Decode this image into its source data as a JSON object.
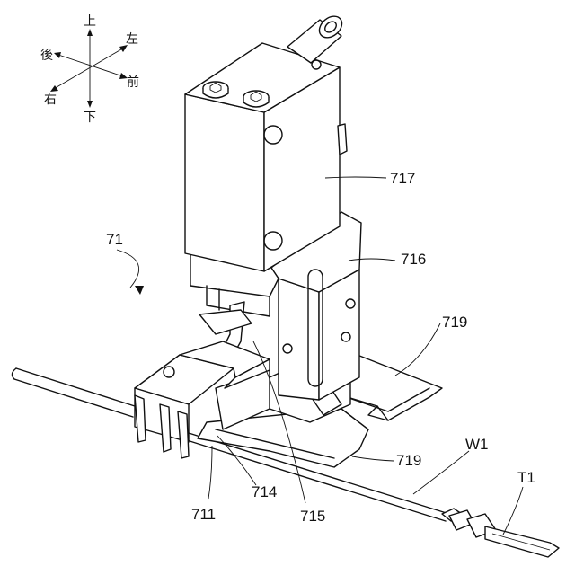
{
  "compass": {
    "up": "上",
    "down": "下",
    "left": "左",
    "right": "右",
    "front": "前",
    "back": "後"
  },
  "labels": {
    "assembly": "71",
    "block_upper": "717",
    "block_lower": "716",
    "plate": "719",
    "plate_lower": "719",
    "guide": "711",
    "holder": "714",
    "arm": "715",
    "wire": "W1",
    "terminal": "T1"
  }
}
